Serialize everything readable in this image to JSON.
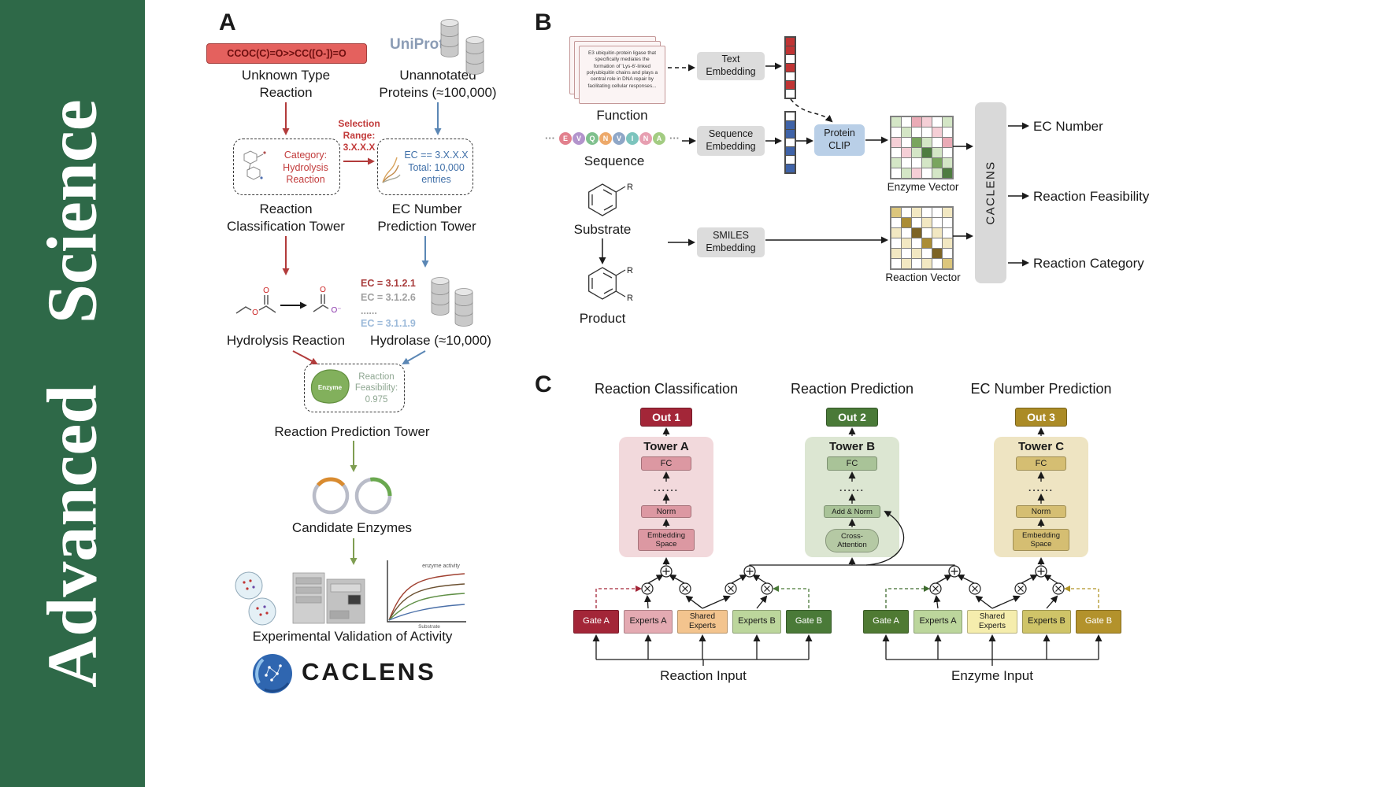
{
  "journal": {
    "name": "Advanced Science"
  },
  "panelA": {
    "label": "A",
    "smiles": "CCOC(C)=O>>CC([O-])=O",
    "unknown_reaction": "Unknown Type\nReaction",
    "uniprot": "UniProt",
    "unannotated": "Unannotated\nProteins (≈100,000)",
    "selection_range": "Selection\nRange:\n3.X.X.X",
    "category": "Category:\nHydrolysis\nReaction",
    "ec_selection": "EC == 3.X.X.X\nTotal: 10,000\nentries",
    "classification_tower": "Reaction\nClassification Tower",
    "ec_tower": "EC Number\nPrediction Tower",
    "hydrolysis": "Hydrolysis Reaction",
    "ec_list": [
      "EC = 3.1.2.1",
      "EC = 3.1.2.6",
      "......",
      "EC = 3.1.1.9"
    ],
    "hydrolase": "Hydrolase (≈10,000)",
    "enzyme": "Enzyme",
    "feasibility": "Reaction\nFeasibility:\n0.975",
    "prediction_tower": "Reaction Prediction Tower",
    "candidate_enzymes": "Candidate Enzymes",
    "validation": "Experimental Validation of Activity",
    "plot": {
      "legend": "enzyme activity",
      "xlabel": "Substrate"
    },
    "logo": "CACLENS",
    "atoms": {
      "o": "O",
      "o_minus": "O⁻"
    }
  },
  "panelB": {
    "label": "B",
    "function_text": "E3 ubiquitin-protein ligase that specifically mediates the formation of 'Lys-6'-linked polyubiquitin chains and plays a central role in DNA repair by facilitating cellular responses...",
    "function": "Function",
    "ellipsis": "···",
    "sequence_label": "Sequence",
    "substrate": "Substrate",
    "product": "Product",
    "r_group": "R",
    "text_embedding": "Text\nEmbedding",
    "sequence_embedding": "Sequence\nEmbedding",
    "smiles_embedding": "SMILES\nEmbedding",
    "protein_clip": "Protein\nCLIP",
    "enzyme_vector": "Enzyme Vector",
    "reaction_vector": "Reaction Vector",
    "caclens": "CACLENS",
    "outputs": [
      "EC Number",
      "Reaction Feasibility",
      "Reaction Category"
    ],
    "sequence": {
      "letters": [
        {
          "char": "E",
          "color": "#e2808d"
        },
        {
          "char": "V",
          "color": "#b394cc"
        },
        {
          "char": "Q",
          "color": "#7fc08d"
        },
        {
          "char": "N",
          "color": "#eda96a"
        },
        {
          "char": "V",
          "color": "#8fa7c7"
        },
        {
          "char": "I",
          "color": "#7cc4bd"
        },
        {
          "char": "N",
          "color": "#e79fb1"
        },
        {
          "char": "A",
          "color": "#a3cc82"
        }
      ]
    },
    "text_vector": [
      "#c03434",
      "#c03434",
      "#ffffff",
      "#c03434",
      "#ffffff",
      "#c03434",
      "#ffffff"
    ],
    "sequence_vector": [
      "#ffffff",
      "#3f63a8",
      "#3f63a8",
      "#ffffff",
      "#3f63a8",
      "#ffffff",
      "#3f63a8"
    ],
    "enzyme_grid": {
      "palette": {
        "w": "#ffffff",
        "g": "#d4e6c6",
        "G": "#79a55e",
        "D": "#4e7c40",
        "p": "#f5cfd6",
        "P": "#eaabb6"
      },
      "cells": [
        "gwPpwg",
        "wgwwpw",
        "pwGgwP",
        "wpgDgw",
        "gwwgGg",
        "wgpwgD"
      ]
    },
    "reaction_grid": {
      "palette": {
        "w": "#ffffff",
        "y": "#f2e8c2",
        "Y": "#dcc67c",
        "B": "#ab8d35",
        "b": "#7d6425"
      },
      "cells": [
        "Ywywwy",
        "wBwyww",
        "ywbwyw",
        "wywBwy",
        "ywywbw",
        "wywywY"
      ]
    }
  },
  "panelC": {
    "label": "C",
    "headers": [
      "Reaction Classification",
      "Reaction Prediction",
      "EC Number Prediction"
    ],
    "towers": [
      {
        "out": "Out 1",
        "title": "Tower A",
        "fc": "FC",
        "dots": "......",
        "mid": "Norm",
        "base": "Embedding\nSpace"
      },
      {
        "out": "Out 2",
        "title": "Tower B",
        "fc": "FC",
        "dots": "......",
        "mid": "Add & Norm",
        "base": "Cross-\nAttention"
      },
      {
        "out": "Out 3",
        "title": "Tower C",
        "fc": "FC",
        "dots": "......",
        "mid": "Norm",
        "base": "Embedding\nSpace"
      }
    ],
    "groups": [
      {
        "input": "Reaction Input",
        "boxes": [
          "Gate A",
          "Experts A",
          "Shared\nExperts",
          "Experts B",
          "Gate B"
        ]
      },
      {
        "input": "Enzyme Input",
        "boxes": [
          "Gate A",
          "Experts A",
          "Shared\nExperts",
          "Experts B",
          "Gate B"
        ]
      }
    ]
  },
  "colors": {
    "band_green": "#2e6948",
    "red_accent": "#b23b3b",
    "blue_accent": "#5b87b5",
    "green_accent": "#7f9e52",
    "smiles_box": "#e4615e",
    "out1": "#a32638",
    "out2": "#4a7a38",
    "out3": "#ab8b26",
    "tower_a_bg": "#f2d9dc",
    "tower_b_bg": "#dce6d2",
    "tower_c_bg": "#eee4c2",
    "ec_list": [
      "#a83b3b",
      "#a0a0a0",
      "#a0a0a0",
      "#9bb9d9"
    ]
  }
}
